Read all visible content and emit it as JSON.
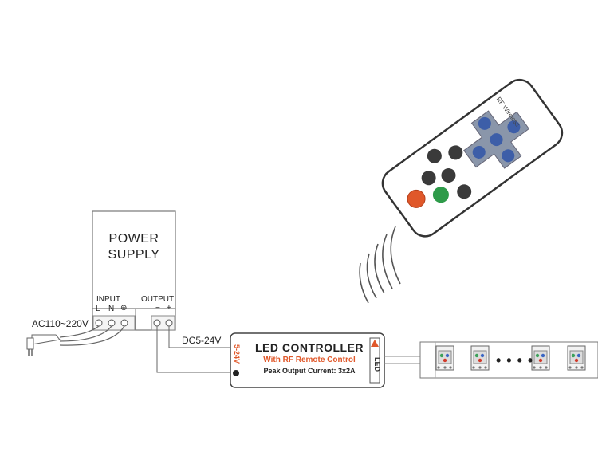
{
  "power_supply": {
    "title_line1": "POWER",
    "title_line2": "SUPPLY",
    "input_label": "INPUT",
    "output_label": "OUTPUT",
    "input_terminals": [
      "L",
      "N",
      "⊕"
    ],
    "output_terminals": [
      "−",
      "+"
    ]
  },
  "mains": {
    "voltage_label": "AC110~220V"
  },
  "dc_link": {
    "voltage_label": "DC5-24V"
  },
  "controller": {
    "title": "LED CONTROLLER",
    "subtitle": "With RF Remote Control",
    "peak_output": "Peak Output Current: 3x2A",
    "input_side_label": "5-24V",
    "output_side_label": "LED"
  },
  "remote": {
    "brand_label": "RF Wireless"
  },
  "led_strip": {
    "ellipsis": "• • • •"
  },
  "colors": {
    "accent": "#e0582a",
    "button_blue": "#3d5ea8",
    "button_dark": "#3a3a3a",
    "button_green": "#2e9b4a",
    "button_red": "#e0582a",
    "led_red": "#d23a2a",
    "led_green": "#3ca15a",
    "led_blue": "#3b66c4"
  }
}
